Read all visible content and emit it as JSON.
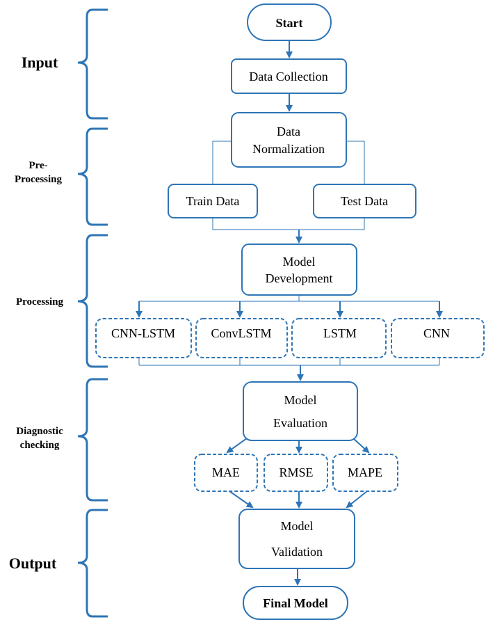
{
  "stages": {
    "input": "Input",
    "preprocessing_1": "Pre-",
    "preprocessing_2": "Processing",
    "processing": "Processing",
    "diagnostic_1": "Diagnostic",
    "diagnostic_2": "checking",
    "output": "Output"
  },
  "nodes": {
    "start": "Start",
    "data_collection": "Data Collection",
    "data_normalization_1": "Data",
    "data_normalization_2": "Normalization",
    "train_data": "Train Data",
    "test_data": "Test Data",
    "model_development_1": "Model",
    "model_development_2": "Development",
    "cnn_lstm": "CNN-LSTM",
    "convlstm": "ConvLSTM",
    "lstm": "LSTM",
    "cnn": "CNN",
    "model_evaluation_1": "Model",
    "model_evaluation_2": "Evaluation",
    "mae": "MAE",
    "rmse": "RMSE",
    "mape": "MAPE",
    "model_validation_1": "Model",
    "model_validation_2": "Validation",
    "final_model": "Final Model"
  },
  "colors": {
    "line": "#2E75B6",
    "box_stroke": "#2E75B6"
  }
}
